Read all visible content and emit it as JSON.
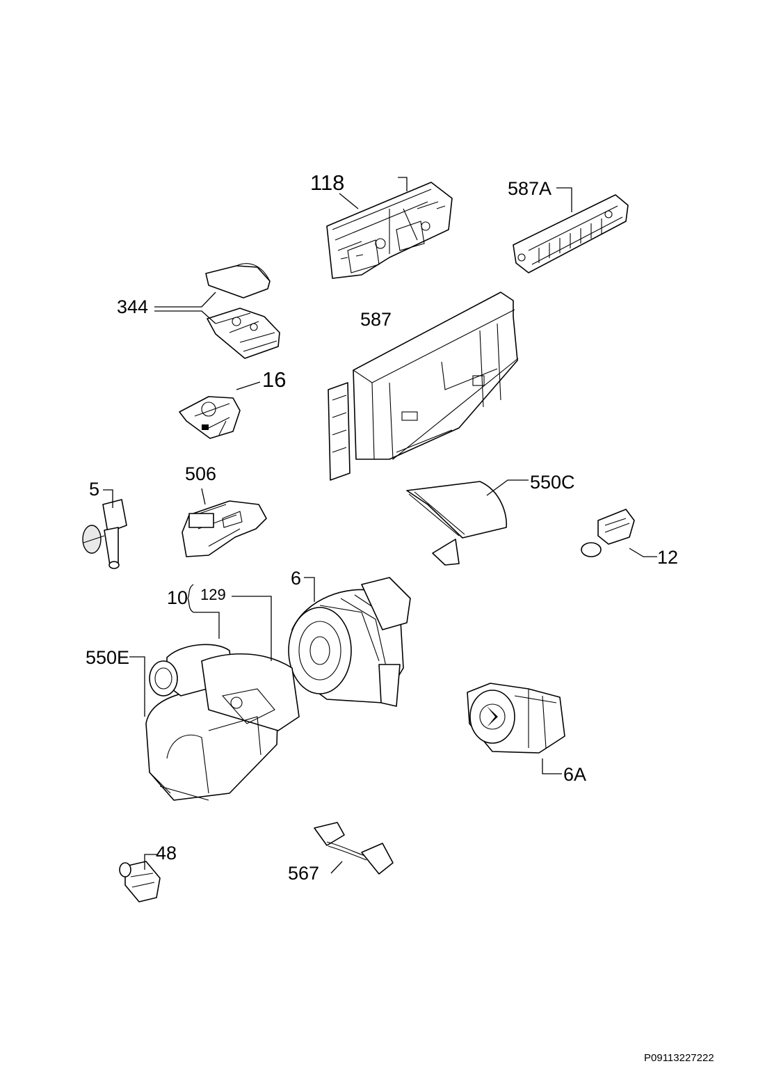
{
  "callouts": {
    "p118": "118",
    "p587a": "587A",
    "p344": "344",
    "p587": "587",
    "p16": "16",
    "p506": "506",
    "p5": "5",
    "p550c": "550C",
    "p12": "12",
    "p10": "10",
    "p129": "129",
    "p6": "6",
    "p550e": "550E",
    "p6a": "6A",
    "p48": "48",
    "p567": "567"
  },
  "document_ref": "P09113227222"
}
